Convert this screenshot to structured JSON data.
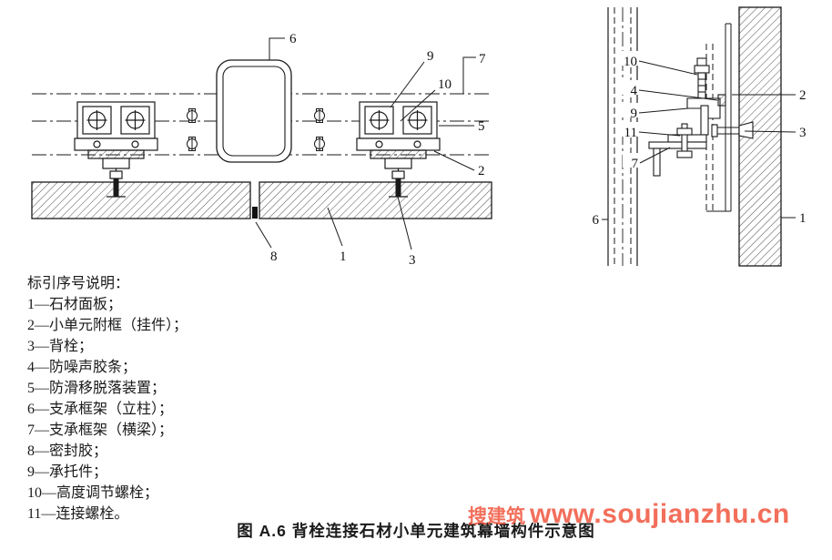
{
  "figure": {
    "caption": "图 A.6  背栓连接石材小单元建筑幕墙构件示意图"
  },
  "legend": {
    "title": "标引序号说明：",
    "items": [
      "1—石材面板；",
      "2—小单元附框（挂件）；",
      "3—背栓；",
      "4—防噪声胶条；",
      "5—防滑移脱落装置；",
      "6—支承框架（立柱）；",
      "7—支承框架（横梁）；",
      "8—密封胶；",
      "9—承托件；",
      "10—高度调节螺栓；",
      "11—连接螺栓。"
    ]
  },
  "plan_view": {
    "callouts": [
      "6",
      "9",
      "10",
      "7",
      "5",
      "2",
      "8",
      "1",
      "3"
    ]
  },
  "section_view": {
    "callouts": [
      "10",
      "4",
      "9",
      "11",
      "2",
      "3",
      "7",
      "6",
      "1"
    ]
  },
  "watermark": {
    "brand": "搜建筑",
    "url": "www.soujianzhu.cn"
  },
  "colors": {
    "ink": "#1a1a1a",
    "watermark": "#f0563f",
    "background": "#ffffff"
  }
}
